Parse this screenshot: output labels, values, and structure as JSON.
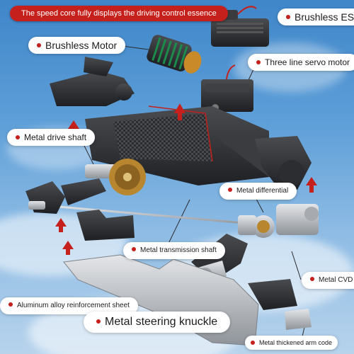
{
  "banner": "The speed core fully displays the driving control essence",
  "labels": {
    "brushless_esc": "Brushless ESC",
    "brushless_motor": "Brushless Motor",
    "servo_motor": "Three line servo motor",
    "drive_shaft": "Metal drive shaft",
    "differential": "Metal differential",
    "transmission_shaft": "Metal transmission shaft",
    "cvd": "Metal CVD",
    "reinforcement_sheet": "Aluminum alloy reinforcement sheet",
    "steering_knuckle": "Metal steering knuckle",
    "arm_code": "Metal thickened arm code"
  },
  "colors": {
    "accent_red": "#c5201b",
    "sky_top": "#3f86c9",
    "sky_bottom": "#b7d3ec",
    "part_dark": "#2a2b2e",
    "metal": "#b8bcc1",
    "brass": "#b8862f"
  }
}
